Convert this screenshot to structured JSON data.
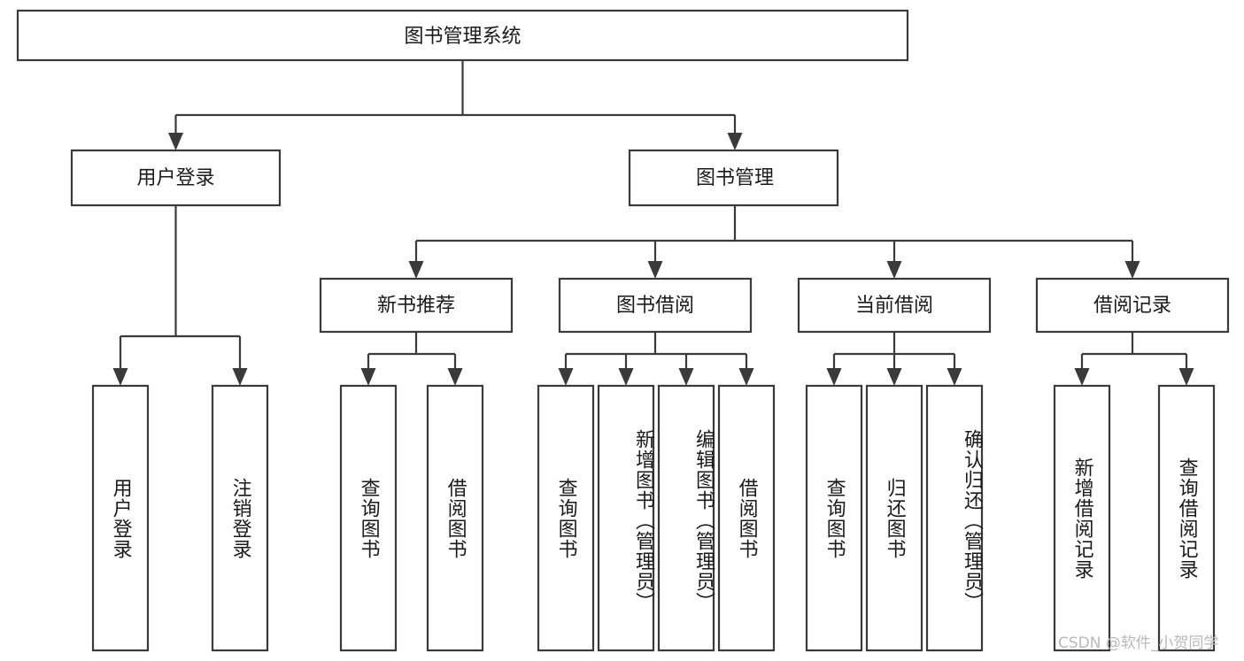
{
  "diagram": {
    "type": "tree-hierarchy",
    "title": "图书管理系统",
    "orientation": "top-down",
    "background_color": "#ffffff",
    "line_color": "#3a3a3a",
    "text_color": "#1a1a1a",
    "nodes": {
      "root": {
        "label": "图书管理系统",
        "level": 0
      },
      "l1": [
        {
          "id": "user-login",
          "label": "用户登录"
        },
        {
          "id": "book-manage",
          "label": "图书管理"
        }
      ],
      "l2": [
        {
          "id": "new-book-rec",
          "label": "新书推荐",
          "parent": "book-manage"
        },
        {
          "id": "book-borrow",
          "label": "图书借阅",
          "parent": "book-manage"
        },
        {
          "id": "current-borrow",
          "label": "当前借阅",
          "parent": "book-manage"
        },
        {
          "id": "borrow-record",
          "label": "借阅记录",
          "parent": "book-manage"
        }
      ],
      "leaves": [
        {
          "id": "leaf-user-login",
          "label": "用户登录",
          "parent": "user-login"
        },
        {
          "id": "leaf-user-logout",
          "label": "注销登录",
          "parent": "user-login"
        },
        {
          "id": "leaf-query-book-1",
          "label": "查询图书",
          "parent": "new-book-rec"
        },
        {
          "id": "leaf-borrow-book-1",
          "label": "借阅图书",
          "parent": "new-book-rec"
        },
        {
          "id": "leaf-query-book-2",
          "label": "查询图书",
          "parent": "book-borrow"
        },
        {
          "id": "leaf-add-book",
          "label": "新增图书（管理员）",
          "parent": "book-borrow"
        },
        {
          "id": "leaf-edit-book",
          "label": "编辑图书（管理员）",
          "parent": "book-borrow"
        },
        {
          "id": "leaf-borrow-book-2",
          "label": "借阅图书",
          "parent": "book-borrow"
        },
        {
          "id": "leaf-query-book-3",
          "label": "查询图书",
          "parent": "current-borrow"
        },
        {
          "id": "leaf-return-book",
          "label": "归还图书",
          "parent": "current-borrow"
        },
        {
          "id": "leaf-confirm-return",
          "label": "确认归还（管理员）",
          "parent": "current-borrow"
        },
        {
          "id": "leaf-add-record",
          "label": "新增借阅记录",
          "parent": "borrow-record"
        },
        {
          "id": "leaf-query-record",
          "label": "查询借阅记录",
          "parent": "borrow-record"
        }
      ]
    }
  },
  "watermark": {
    "text": "CSDN @软件_小贺同学"
  }
}
